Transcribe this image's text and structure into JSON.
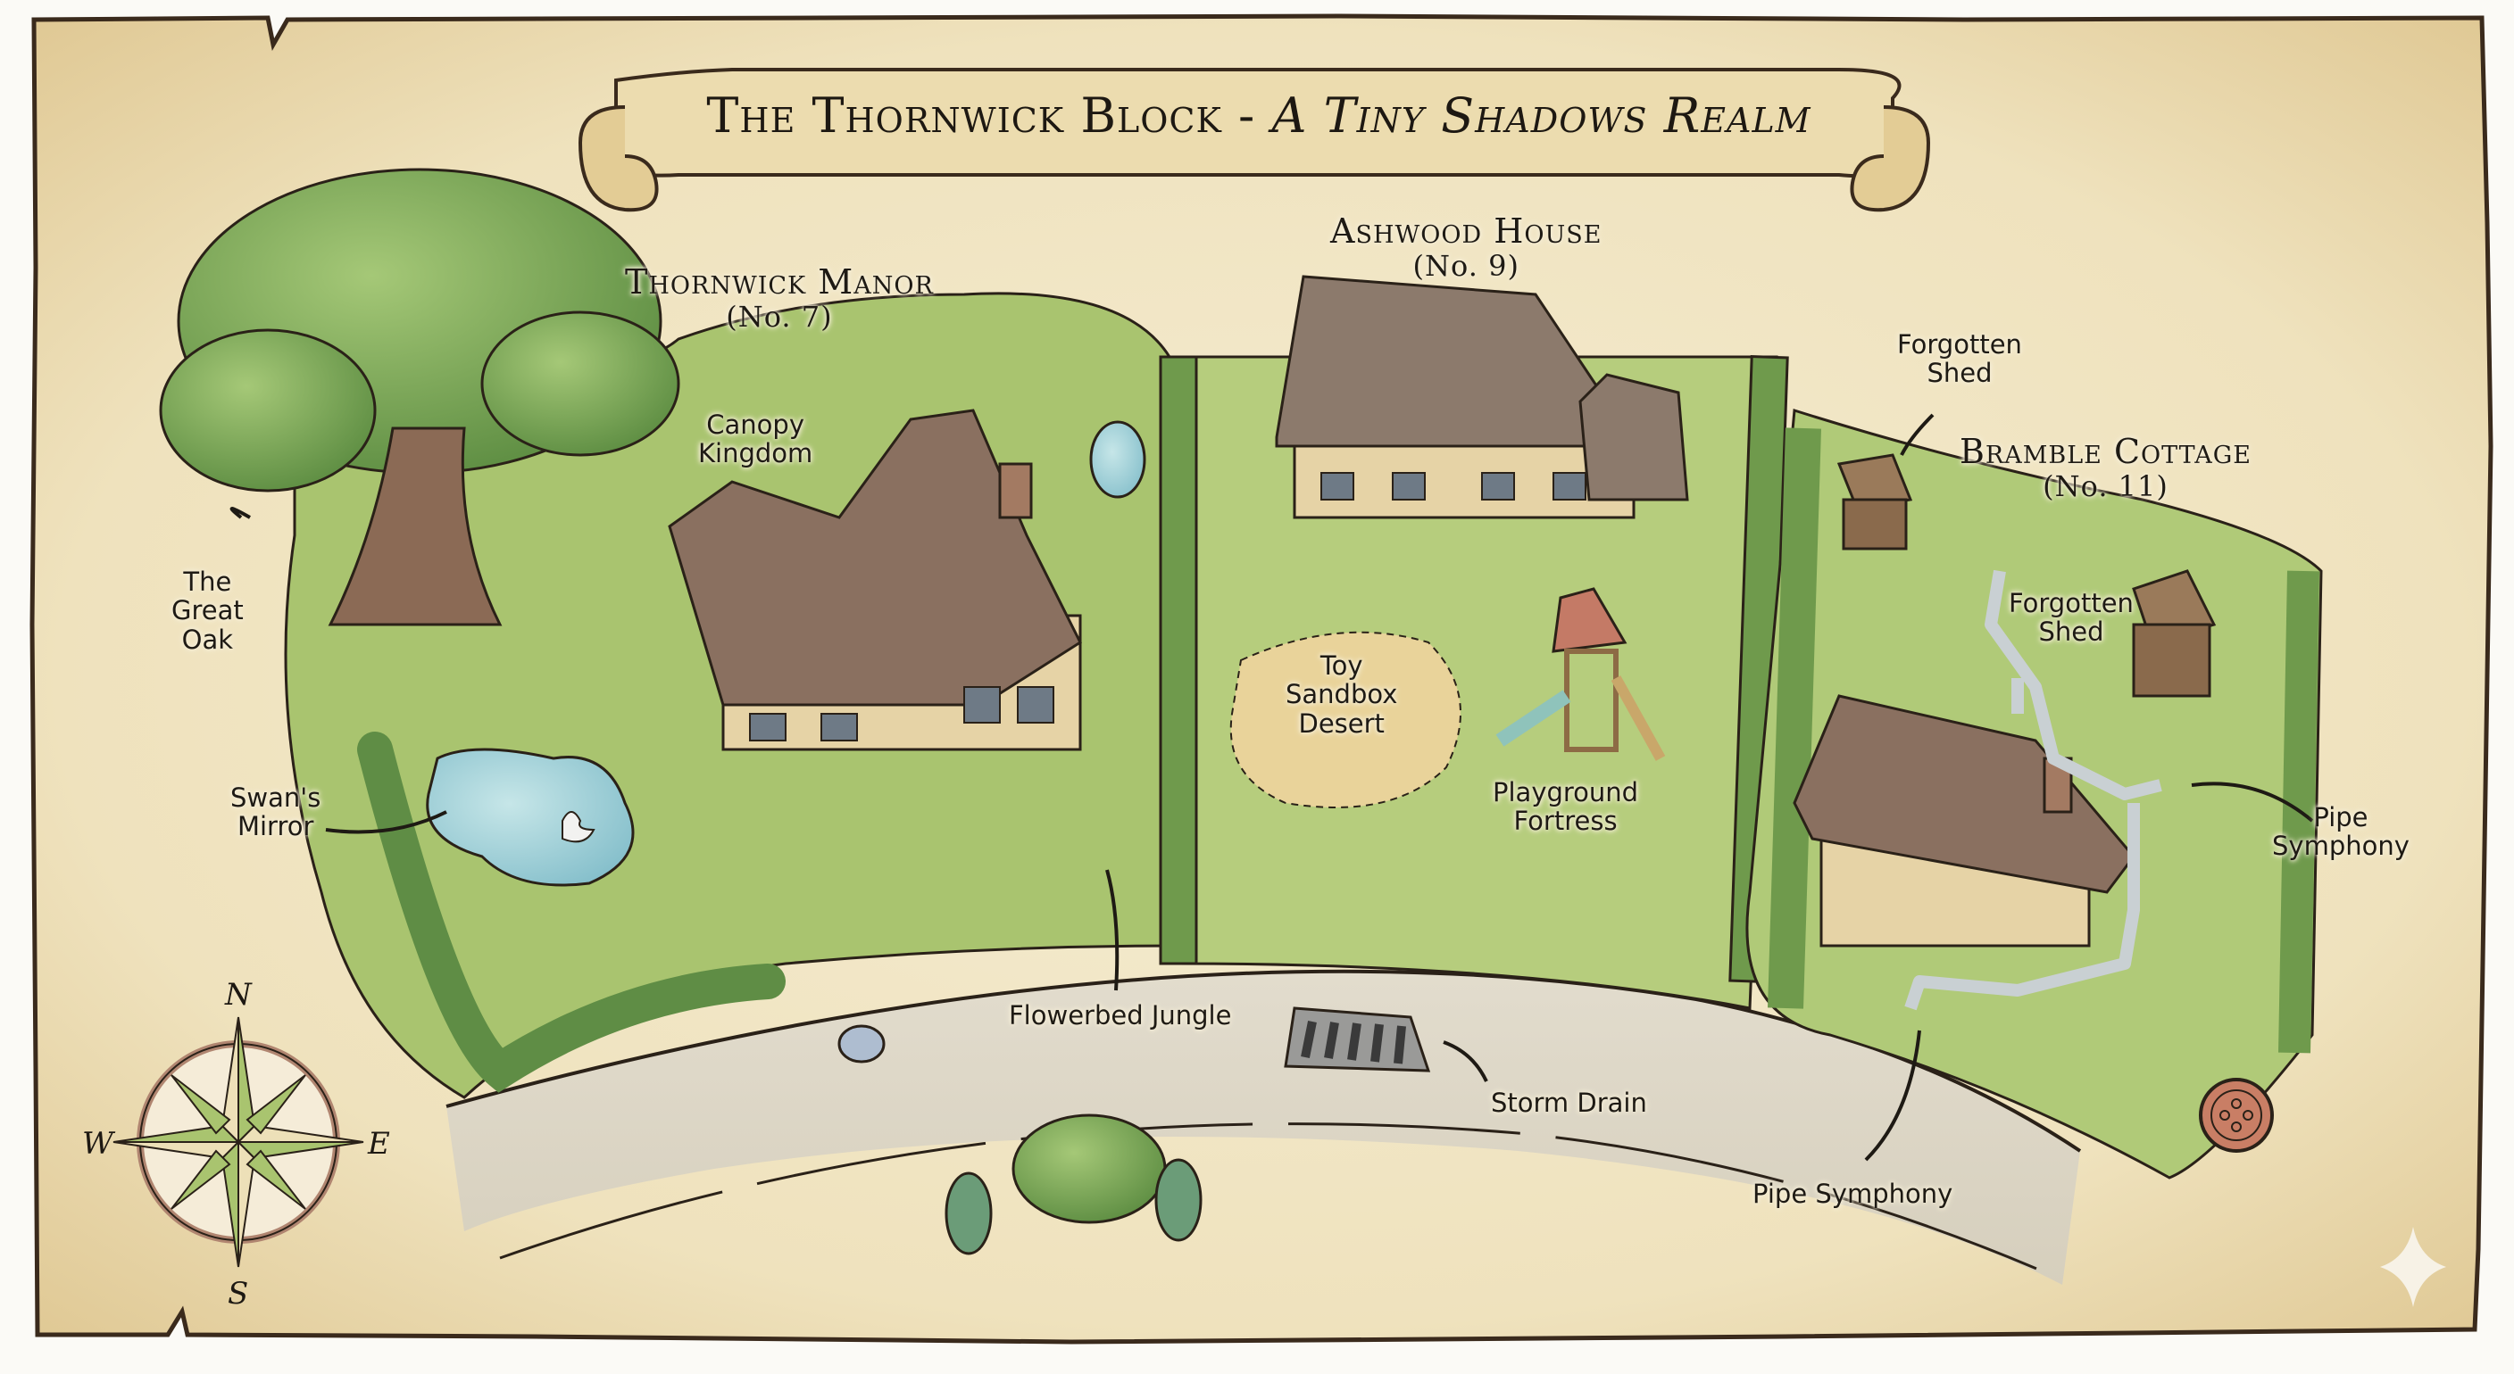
{
  "title": {
    "main": "The Thornwick Block",
    "separator": "-",
    "subtitle": "A Tiny Shadows Realm"
  },
  "houses": [
    {
      "name": "Thornwick Manor",
      "number": "(No. 7)"
    },
    {
      "name": "Ashwood House",
      "number": "(No. 9)"
    },
    {
      "name": "Bramble Cottage",
      "number": "(No. 11)"
    }
  ],
  "landmarks": {
    "great_oak": "The Great Oak",
    "canopy_kingdom": "Canopy Kingdom",
    "swans_mirror": "Swan's Mirror",
    "flowerbed_jungle": "Flowerbed Jungle",
    "toy_sandbox_desert": "Toy Sandbox Desert",
    "playground_fortress": "Playground Fortress",
    "storm_drain": "Storm Drain",
    "forgotten_shed_top": "Forgotten Shed",
    "forgotten_shed_yard": "Forgotten Shed",
    "pipe_symphony_right": "Pipe Symphony",
    "pipe_symphony_bottom": "Pipe Symphony"
  },
  "labels_lines": {
    "great_oak": [
      "The",
      "Great",
      "Oak"
    ],
    "canopy_kingdom": [
      "Canopy",
      "Kingdom"
    ],
    "swans_mirror": [
      "Swan's",
      "Mirror"
    ],
    "toy_sandbox_desert": [
      "Toy",
      "Sandbox",
      "Desert"
    ],
    "playground_fortress": [
      "Playground",
      "Fortress"
    ],
    "forgotten_shed": [
      "Forgotten",
      "Shed"
    ],
    "pipe_symphony": [
      "Pipe",
      "Symphony"
    ]
  },
  "compass": {
    "n": "N",
    "s": "S",
    "e": "E",
    "w": "W"
  },
  "colors": {
    "parchment": "#efe4c2",
    "parchment_edge": "#e2cf9e",
    "ink": "#2a2118",
    "grass": "#a9c46f",
    "grass_dark": "#6f9a4c",
    "hedge": "#5f8d45",
    "water": "#9fcfd6",
    "road": "#ddd6c5",
    "roof": "#8a7060",
    "wall": "#e6d3a6",
    "sand": "#e9d39a",
    "button": "#c97e65"
  }
}
